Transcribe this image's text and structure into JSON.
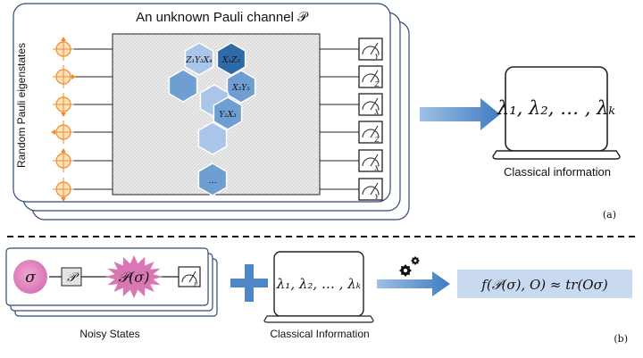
{
  "panel_a": {
    "title": "An unknown Pauli channel 𝒫",
    "side_label": "Random Pauli eigenstates",
    "hexagons": [
      {
        "label": "Z₁Y₃X₄"
      },
      {
        "label": "X₁Z₃"
      },
      {
        "label": ""
      },
      {
        "label": "X₃Y₅"
      },
      {
        "label": ""
      },
      {
        "label": "Y₂X₃"
      },
      {
        "label": ""
      },
      {
        "label": "…"
      }
    ],
    "meter_labels": [
      "Y",
      "Z",
      "X",
      "Z",
      "X",
      "Y"
    ],
    "laptop_text": "λ₁, λ₂, … , λₖ",
    "laptop_caption": "Classical information",
    "tag": "(a)"
  },
  "panel_b": {
    "state": "σ",
    "channel": "𝒫",
    "noisy": "𝒫(σ)",
    "meter_label": "P",
    "caption_states": "Noisy States",
    "laptop_text": "λ₁, λ₂, … , λₖ",
    "caption_info": "Classical Information",
    "result": "f(𝒫(σ), O) ≈ tr(Oσ)",
    "tag": "(b)"
  },
  "colors": {
    "frame": "#2f4a7a",
    "arrow": "#4f86c6",
    "hex_dark": "#2f6aa8",
    "hex_mid": "#6f9fd2",
    "hex_light": "#a9c6e8",
    "orange": "#f08a2c",
    "pink": "#d977b5",
    "result_bg": "#c9d9f0"
  }
}
